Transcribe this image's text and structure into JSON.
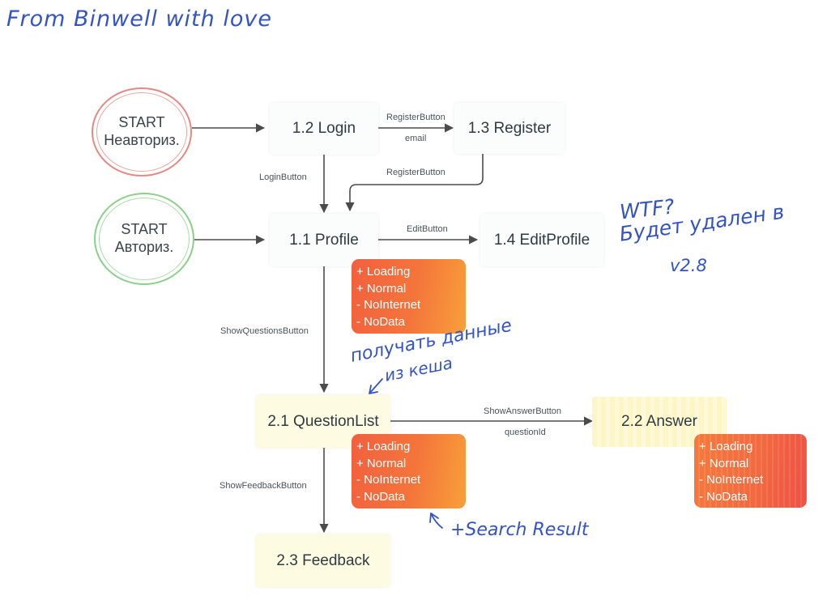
{
  "annotations": {
    "header": "From Binwell with love",
    "wtf_line1": "WTF?",
    "wtf_line2": "Будет удален в",
    "wtf_line3": "v2.8",
    "cache_line1": "получать данные",
    "cache_line2": "из кеша",
    "search_result": "+Search Result"
  },
  "nodes": {
    "start_unauth_line1": "START",
    "start_unauth_line2": "Неавториз.",
    "start_auth_line1": "START",
    "start_auth_line2": "Авториз.",
    "login": "1.2 Login",
    "register": "1.3 Register",
    "profile": "1.1 Profile",
    "edit_profile": "1.4 EditProfile",
    "question_list": "2.1 QuestionList",
    "answer": "2.2 Answer",
    "feedback": "2.3 Feedback"
  },
  "edge_labels": {
    "register_button_top": "RegisterButton",
    "email": "email",
    "register_button_back": "RegisterButton",
    "login_button": "LoginButton",
    "edit_button": "EditButton",
    "show_questions_button": "ShowQuestionsButton",
    "show_answer_button": "ShowAnswerButton",
    "question_id": "questionId",
    "show_feedback_button": "ShowFeedbackButton"
  },
  "states": {
    "profile": [
      "+ Loading",
      "+ Normal",
      "- NoInternet",
      "- NoData"
    ],
    "question_list": [
      "+ Loading",
      "+ Normal",
      "- NoInternet",
      "- NoData"
    ],
    "answer": [
      "+ Loading",
      "+ Normal",
      "- NoInternet",
      "- NoData"
    ]
  },
  "colors": {
    "state_box": "#f4703d",
    "start_unauth": "#e38a84",
    "start_auth": "#8cd08c",
    "handwriting": "#3454c4",
    "edge": "#4b4b4b"
  }
}
